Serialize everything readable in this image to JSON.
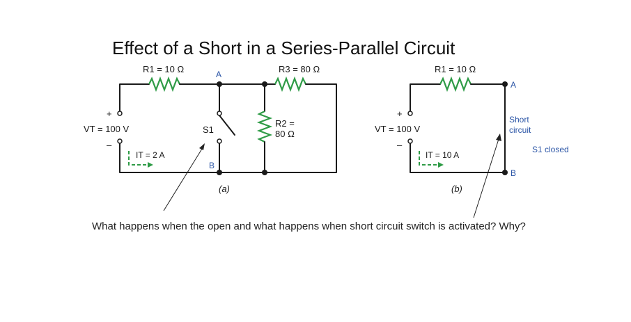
{
  "title": "Effect of a Short in a Series-Parallel Circuit",
  "circuit_a": {
    "r1_label": "R1 = 10 Ω",
    "r3_label": "R3 = 80 Ω",
    "r2_label_top": "R2 =",
    "r2_label_bottom": "80 Ω",
    "node_a": "A",
    "node_b": "B",
    "switch_label": "S1",
    "source_label": "VT = 100 V",
    "plus": "+",
    "minus": "–",
    "current_label": "IT = 2 A",
    "caption": "(a)"
  },
  "circuit_b": {
    "r1_label": "R1 = 10 Ω",
    "node_a": "A",
    "node_b": "B",
    "short_label_1": "Short",
    "short_label_2": "circuit",
    "switch_state": "S1 closed",
    "source_label": "VT = 100 V",
    "plus": "+",
    "minus": "–",
    "current_label": "IT = 10 A",
    "caption": "(b)"
  },
  "question": "What happens when the open and what happens when short circuit switch is activated? Why?",
  "colors": {
    "resistor": "#2e9b46",
    "node_label": "#2b55a6",
    "wire": "#1a1a1a"
  }
}
